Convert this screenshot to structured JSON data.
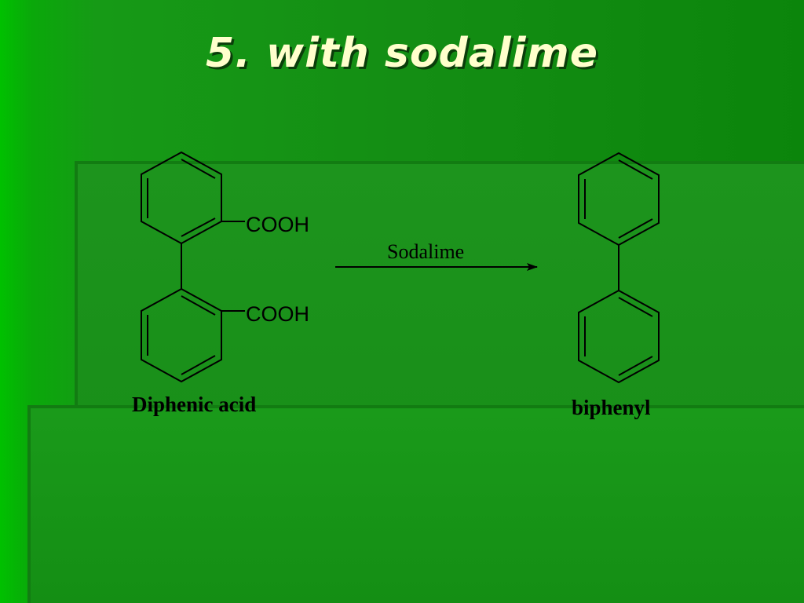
{
  "slide": {
    "title": "5. with sodalime"
  },
  "reaction": {
    "reactant": {
      "name": "Diphenic acid",
      "substituent_top": "COOH",
      "substituent_bottom": "COOH"
    },
    "reagent": "Sodalime",
    "product": {
      "name": "biphenyl"
    }
  },
  "colors": {
    "title": "#ffffcc",
    "title_shadow": "#0a3d0a",
    "background": "#168c16",
    "structure_lines": "#000000"
  }
}
